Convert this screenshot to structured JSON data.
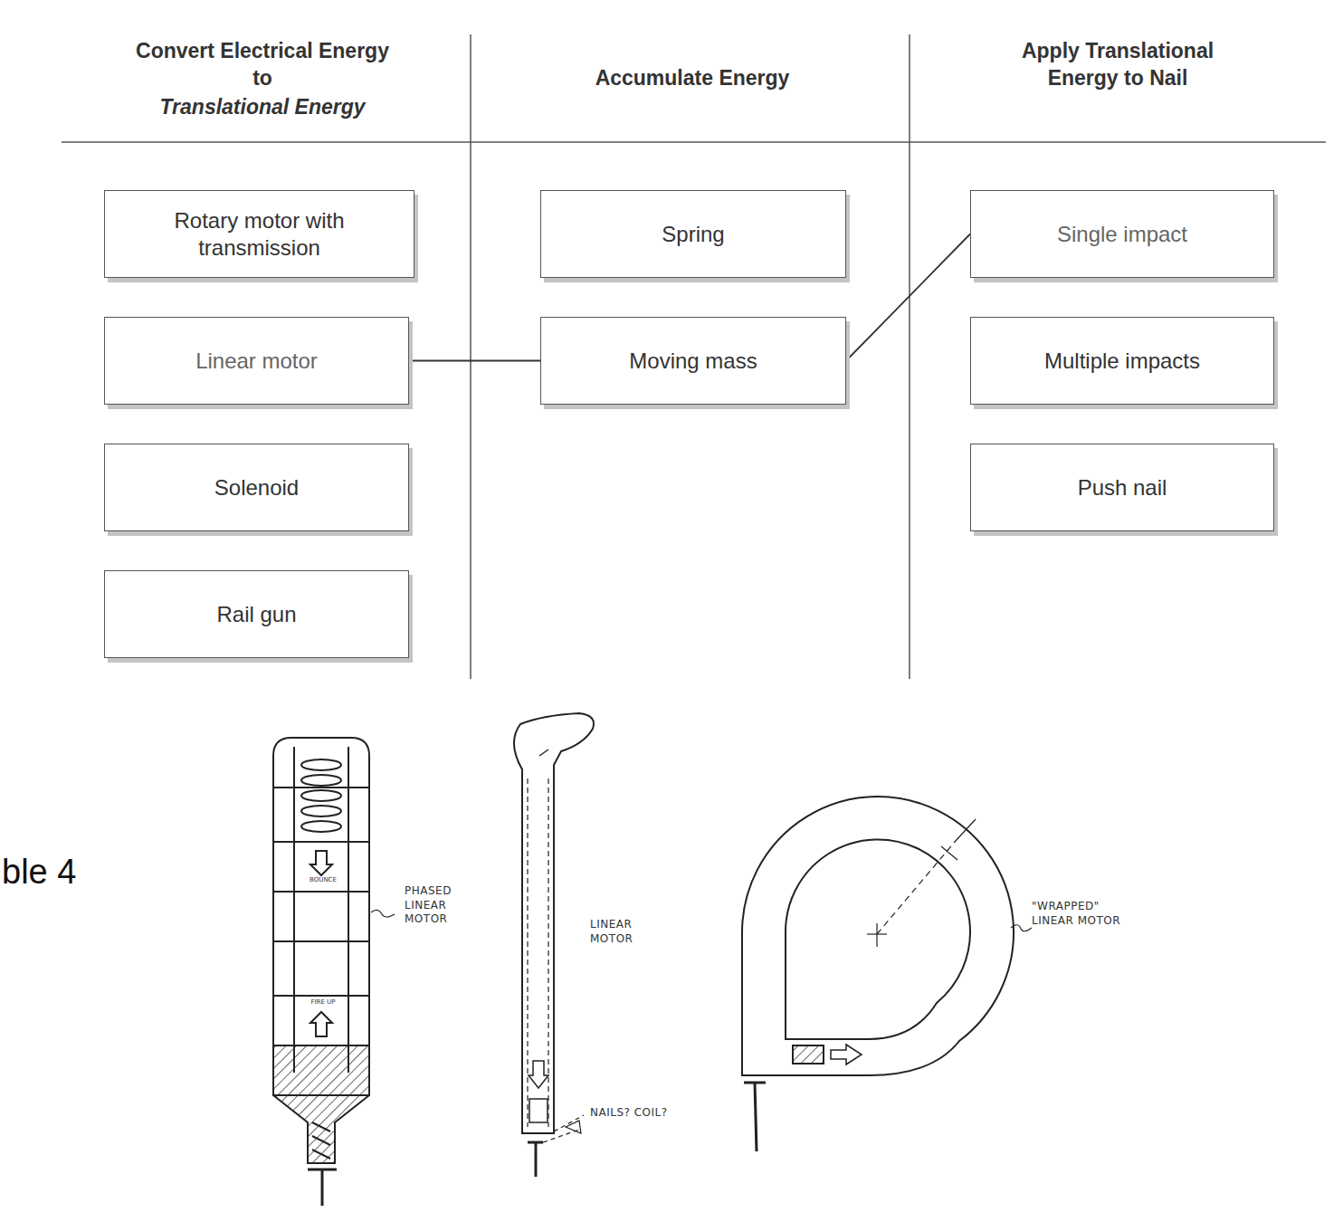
{
  "diagram": {
    "nodes": [
      {
        "text": [
          "Rotary motor with transmission"
        ]
      },
      {
        "text": [
          "Linear motor"
        ]
      },
      {
        "text": [
          "Solenoid"
        ]
      },
      {
        "text": [
          "Rail gun"
        ]
      },
      {
        "text": [
          "Spring"
        ]
      },
      {
        "text": [
          "Moving mass"
        ]
      },
      {
        "text": [
          "Single impact"
        ]
      },
      {
        "text": [
          "Multiple impacts"
        ]
      },
      {
        "text": [
          "Push nail"
        ]
      }
    ],
    "edges": [
      {
        "from": 1,
        "to": 5,
        "arrow": "none"
      },
      {
        "from": 5,
        "to": 6,
        "arrow": "none"
      }
    ],
    "labels": [
      "Convert Electrical Energy to",
      "Translational Energy",
      "Accumulate Energy",
      "Apply Translational Energy to Nail",
      "ble 4",
      "BOUNCE",
      "FIRE UP",
      "PHASED LINEAR MOTOR",
      "LINEAR MOTOR",
      "NAILS? COIL?",
      "\"WRAPPED\" LINEAR MOTOR"
    ]
  }
}
